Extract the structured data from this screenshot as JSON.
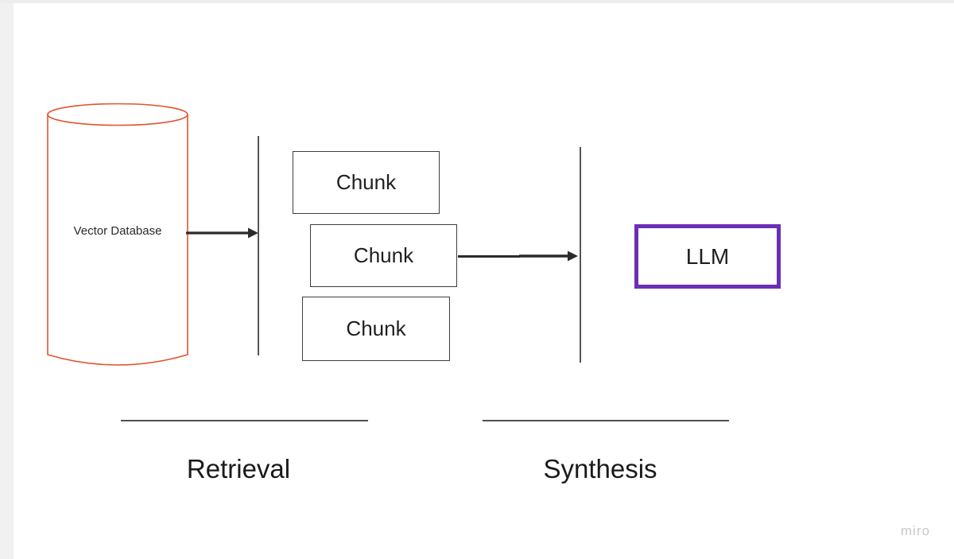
{
  "canvas": {
    "watermark": "miro"
  },
  "diagram": {
    "vector_database": {
      "label": "Vector Database"
    },
    "chunks": [
      {
        "label": "Chunk"
      },
      {
        "label": "Chunk"
      },
      {
        "label": "Chunk"
      }
    ],
    "llm": {
      "label": "LLM"
    },
    "stages": [
      {
        "label": "Retrieval"
      },
      {
        "label": "Synthesis"
      }
    ]
  },
  "colors": {
    "database_stroke": "#e2532f",
    "llm_border": "#6b2fb3",
    "box_border": "#3d3d3d",
    "connector": "#2b2b2b",
    "divider_line": "#565656",
    "stage_line": "#4f4f4f",
    "text": "#1f1f1f",
    "watermark": "#c9c9cc",
    "page_edge": "#f1f1f1",
    "background": "#ffffff"
  }
}
